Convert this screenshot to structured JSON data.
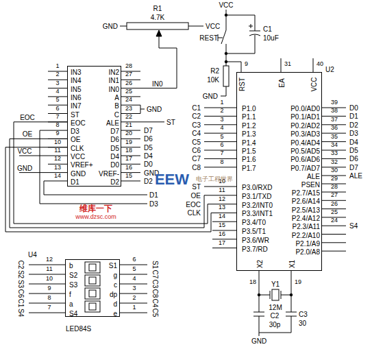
{
  "diagram": {
    "nodes": [
      {
        "text": [
          "IN3",
          "IN4",
          "IN5",
          "IN6",
          "IN7",
          "ST",
          "EOC",
          "D3",
          "OE",
          "CLK",
          "VCC",
          "VREF+",
          "GND",
          "D1",
          "IN2",
          "IN1",
          "IN0",
          "A",
          "B",
          "C",
          "ALE",
          "D7",
          "D6",
          "D5",
          "D4",
          "D0",
          "VREF-",
          "D2"
        ]
      },
      {
        "text": [
          "U2",
          "RST",
          "EA",
          "VCC",
          "P1.0",
          "P1.1",
          "P1.2",
          "P1.3",
          "P1.4",
          "P1.5",
          "P1.6",
          "P1.7",
          "P3.0/RXD",
          "P3.1/TXD",
          "P3.2/INT0",
          "P3.3/INT1",
          "P3.4/T0",
          "P3.5/T1",
          "P3.6/WR",
          "P3.7/RD",
          "P0.0/AD0",
          "P0.1/AD1",
          "P0.2/AD2",
          "P0.3/AD3",
          "P0.4/AD4",
          "P0.5/AD5",
          "P0.6/AD6",
          "P0.7/AD7",
          "ALE",
          "PSEN",
          "P2.7/A15",
          "P2.6/A14",
          "P2.5/A13",
          "P2.4/A12",
          "P2.3/A11",
          "P2.2/A10",
          "P2.1/A9",
          "P2.0/A8",
          "X2",
          "X1"
        ]
      },
      {
        "text": [
          "U4",
          "LED84S",
          "b",
          "S2",
          "S3",
          "f",
          "a",
          "S4",
          "S1",
          "g",
          "c",
          "dp",
          "d",
          "e"
        ]
      }
    ],
    "edges": [
      {
        "from": 0,
        "to": 1,
        "arrow": "none"
      },
      {
        "from": 0,
        "to": 1,
        "arrow": "none"
      },
      {
        "from": 0,
        "to": 1,
        "arrow": "none"
      }
    ],
    "labels": [
      "GND",
      "R1",
      "4.7K",
      "VCC",
      "VCC",
      "C1",
      "10uF",
      "REST",
      "R2",
      "10K",
      "GND",
      "9",
      "31",
      "40",
      "1",
      "2",
      "3",
      "4",
      "5",
      "6",
      "7",
      "8",
      "9",
      "10",
      "11",
      "12",
      "13",
      "14",
      "28",
      "27",
      "26",
      "25",
      "24",
      "23",
      "22",
      "21",
      "20",
      "19",
      "18",
      "17",
      "16",
      "15",
      "IN0",
      "GND",
      "ST",
      "D7",
      "D6",
      "D5",
      "D4",
      "D0",
      "GND",
      "D2",
      "D1",
      "D3",
      "EOC",
      "OE",
      "VCC",
      "GND",
      "1",
      "2",
      "3",
      "4",
      "5",
      "6",
      "7",
      "8",
      "C1",
      "C2",
      "C3",
      "C4",
      "C5",
      "C6",
      "C7",
      "C8",
      "10",
      "11",
      "12",
      "13",
      "14",
      "15",
      "16",
      "17",
      "ST",
      "OE",
      "EOC",
      "CLK",
      "39",
      "38",
      "37",
      "36",
      "35",
      "34",
      "33",
      "32",
      "D0",
      "D1",
      "D2",
      "D3",
      "D4",
      "D5",
      "D6",
      "D7",
      "30",
      "29",
      "28",
      "27",
      "26",
      "25",
      "24",
      "ALE",
      "S4",
      "18",
      "19",
      "Y1",
      "12M",
      "C2",
      "30p",
      "C3",
      "30",
      "GND",
      "12",
      "11",
      "10",
      "9",
      "8",
      "7",
      "C2",
      "S2",
      "S3",
      "C6",
      "C1",
      "S4",
      "6",
      "5",
      "4",
      "3",
      "2",
      "1",
      "S1",
      "C7",
      "C3",
      "C8",
      "C4",
      "C5",
      "EEW",
      "电子工程世界",
      "维库一下",
      "www.dzsc.com"
    ]
  }
}
